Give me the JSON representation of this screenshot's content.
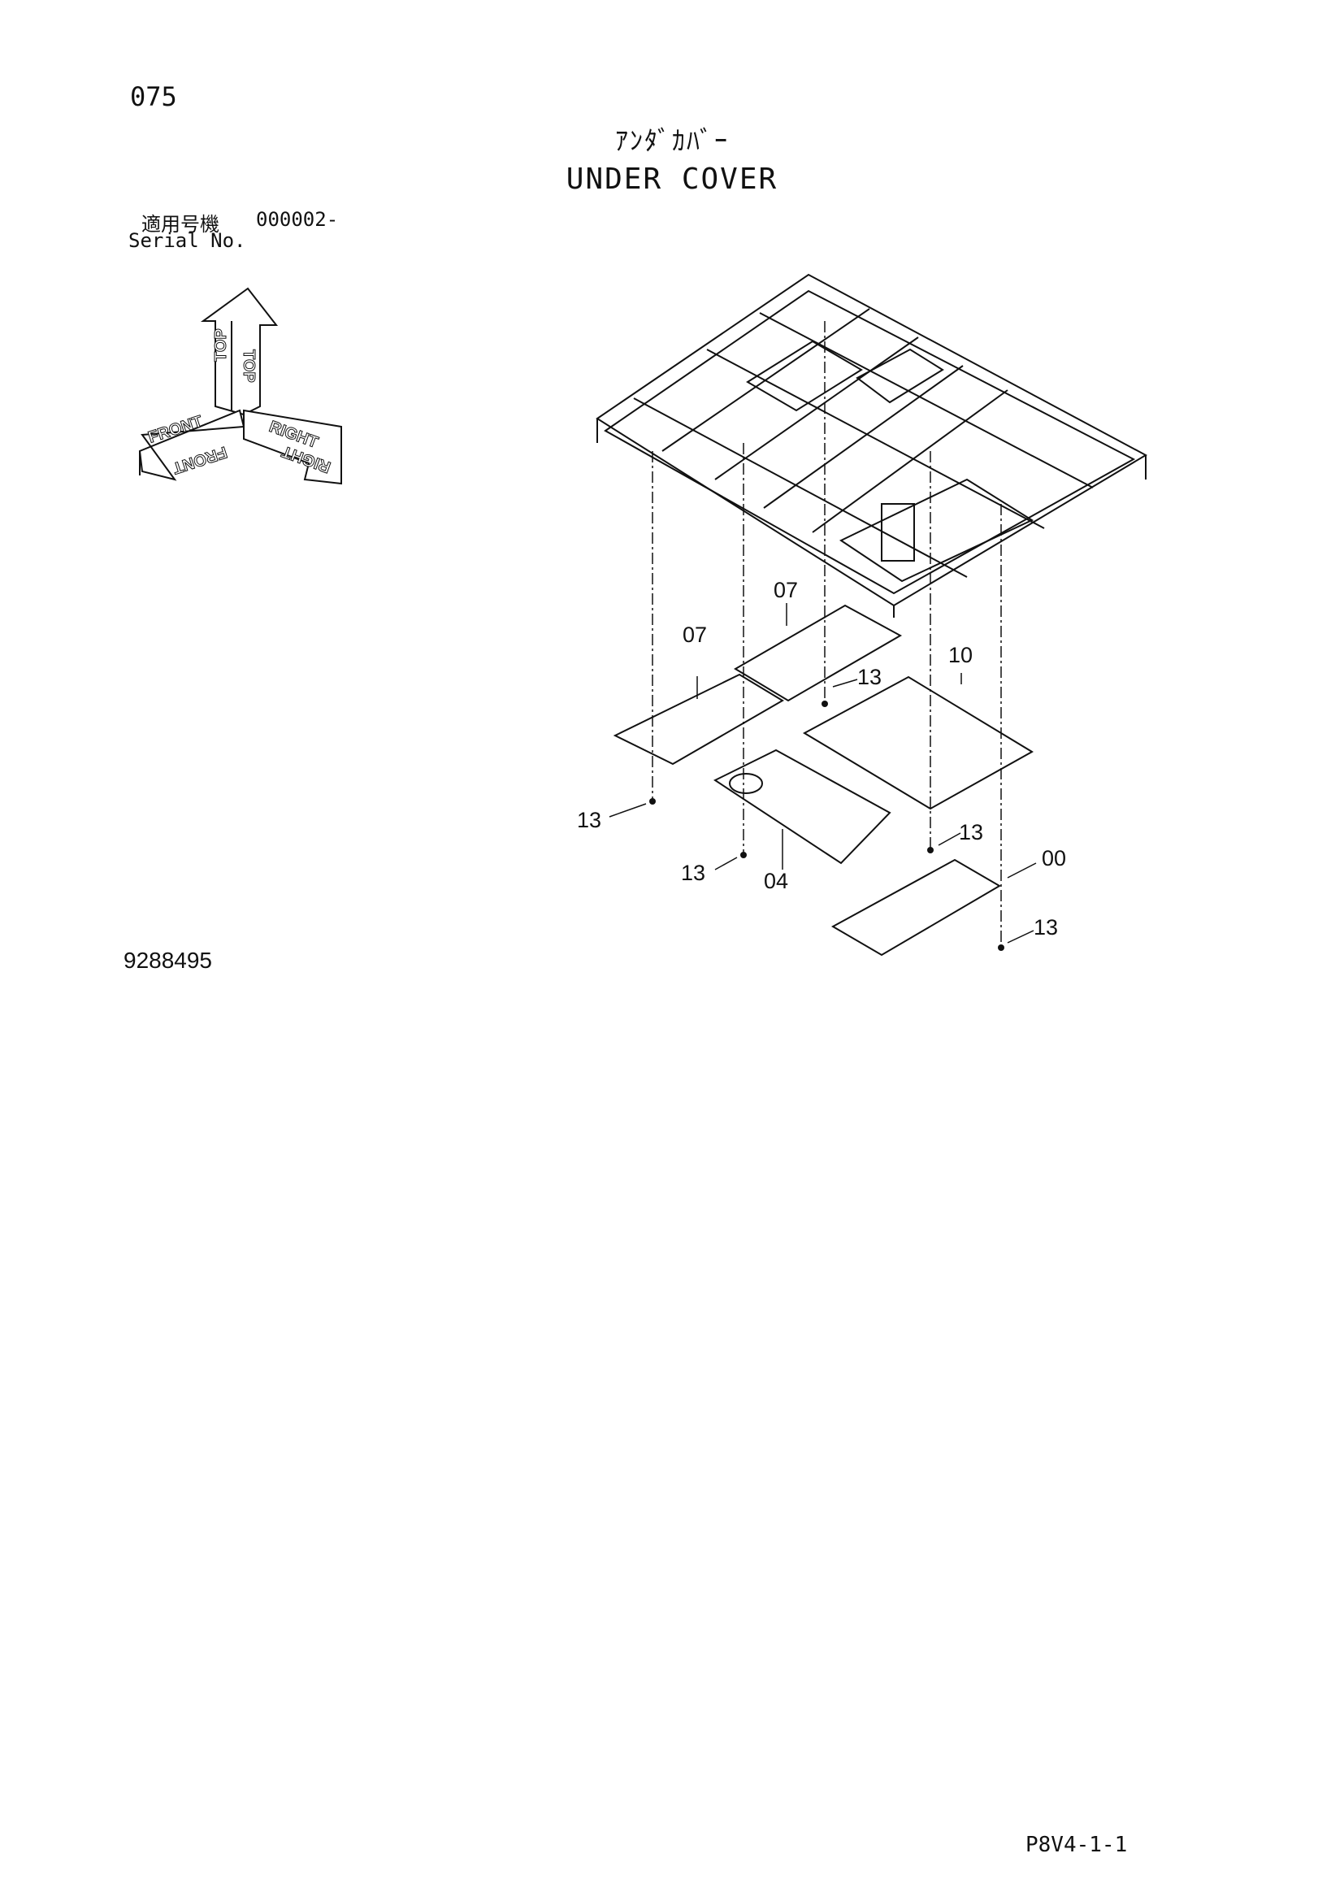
{
  "header": {
    "page_no": "075",
    "title_jp": "ｱﾝﾀﾞｶﾊﾞｰ",
    "title_en": "UNDER COVER"
  },
  "serial": {
    "label_jp": "適用号機",
    "value": "000002-",
    "label_en": "Serial No."
  },
  "orientation": {
    "top": "TOP",
    "front": "FRONT",
    "right": "RIGHT"
  },
  "callouts": {
    "c07a": "07",
    "c07b": "07",
    "c10": "10",
    "c13a": "13",
    "c13b": "13",
    "c13c": "13",
    "c13d": "13",
    "c13e": "13",
    "c04": "04",
    "c00": "00"
  },
  "part_number": "9288495",
  "footer_code": "P8V4-1-1"
}
